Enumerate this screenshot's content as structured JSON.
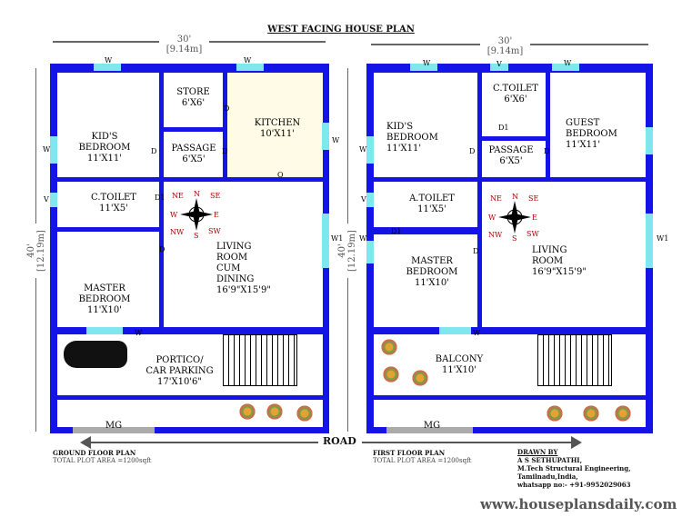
{
  "title": "WEST FACING HOUSE PLAN",
  "dims": {
    "width": "30'\n[9.14m]",
    "depth": "40'\n[12.19m]"
  },
  "ground": {
    "kids_bedroom": "KID'S\nBEDROOM\n11'X11'",
    "store": "STORE\n6'X6'",
    "kitchen": "KITCHEN\n10'X11'",
    "passage": "PASSAGE\n6'X5'",
    "toilet": "C.TOILET\n11'X5'",
    "living": "LIVING\nROOM\nCUM\nDINING\n16'9\"X15'9\"",
    "master": "MASTER\nBEDROOM\n11'X10'",
    "portico": "PORTICO/\nCAR PARKING\n17'X10'6\"",
    "mg": "MG",
    "plan_title": "GROUND FLOOR PLAN",
    "area": "TOTAL PLOT AREA =1200sqft"
  },
  "first": {
    "kids_bedroom": "KID'S\nBEDROOM\n11'X11'",
    "toilet": "C.TOILET\n6'X6'",
    "guest": "GUEST\nBEDROOM\n11'X11'",
    "passage": "PASSAGE\n6'X5'",
    "a_toilet": "A.TOILET\n11'X5'",
    "master": "MASTER\nBEDROOM\n11'X10'",
    "living": "LIVING\nROOM\n16'9\"X15'9\"",
    "balcony": "BALCONY\n11'X10'",
    "mg": "MG",
    "plan_title": "FIRST FLOOR PLAN",
    "area": "TOTAL PLOT AREA =1200sqft"
  },
  "marks": {
    "w": "W",
    "v": "V",
    "w1": "W1",
    "d": "D",
    "d1": "D1",
    "o": "O"
  },
  "compass": {
    "n": "N",
    "e": "E",
    "s": "S",
    "w": "W",
    "ne": "NE",
    "se": "SE",
    "sw": "SW",
    "nw": "NW"
  },
  "road": "ROAD",
  "drawn": {
    "heading": "DRAWN BY",
    "name": "A S SETHUPATHI,",
    "degree": "M.Tech Structural Engineering,",
    "place": "Tamilnadu,India,",
    "phone": "whatsapp no:- +91-9952029063"
  },
  "website": "www.houseplansdaily.com",
  "colors": {
    "wall": "#1414e6",
    "window": "#7fe7f0"
  }
}
